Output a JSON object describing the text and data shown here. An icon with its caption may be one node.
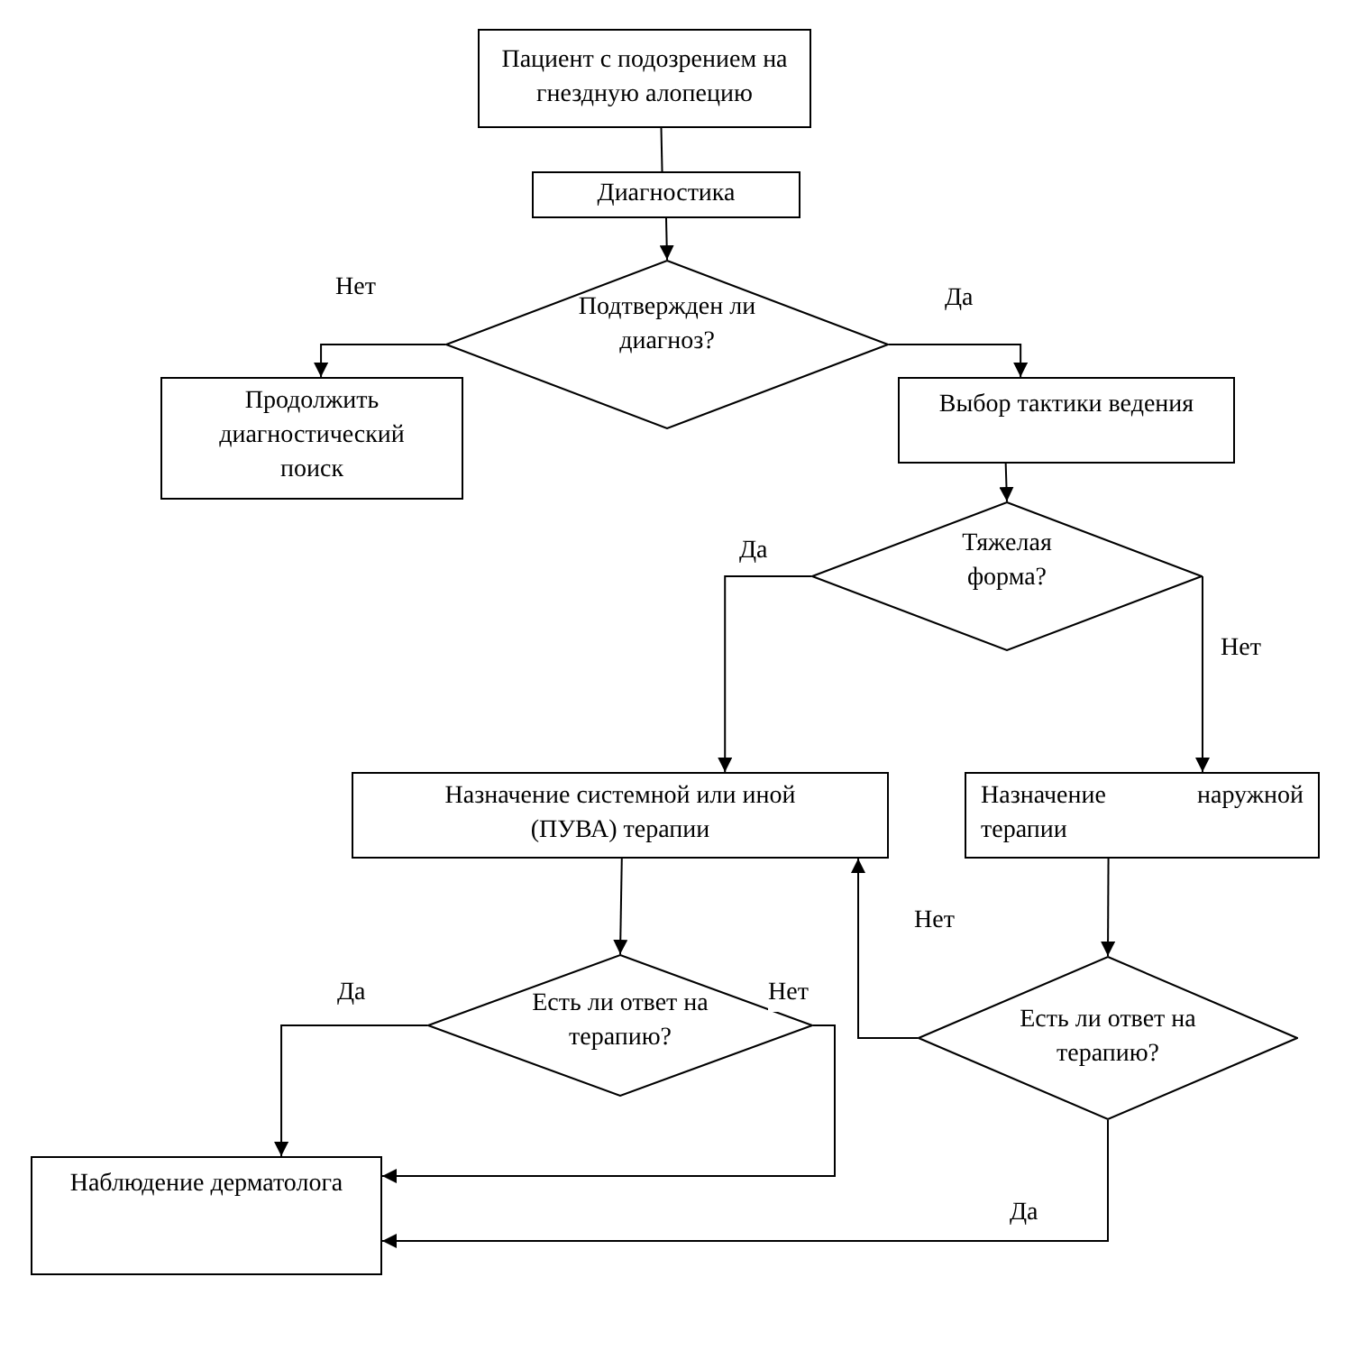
{
  "diagram": {
    "nodes": [
      {
        "text": [
          "Пациент с подозрением на гнездную алопецию"
        ]
      },
      {
        "text": [
          "Диагностика"
        ]
      },
      {
        "text": [
          "Подтвержден ли диагноз?"
        ]
      },
      {
        "text": [
          "Продолжить диагностический поиск"
        ]
      },
      {
        "text": [
          "Выбор тактики ведения"
        ]
      },
      {
        "text": [
          "Тяжелая форма?"
        ]
      },
      {
        "text": [
          "Назначение системной или иной (ПУВА) терапии"
        ]
      },
      {
        "text": [
          "Назначение наружной терапии"
        ]
      },
      {
        "text": [
          "Есть ли ответ на терапию?"
        ]
      },
      {
        "text": [
          "Есть ли ответ на терапию?"
        ]
      },
      {
        "text": [
          "Наблюдение дерматолога"
        ]
      }
    ],
    "edges": [
      {
        "from": 0,
        "to": 1,
        "arrow": "none"
      },
      {
        "from": 1,
        "to": 2,
        "arrow": "to"
      },
      {
        "from": 2,
        "to": 3,
        "arrow": "to",
        "label": "Нет"
      },
      {
        "from": 2,
        "to": 4,
        "arrow": "to",
        "label": "Да"
      },
      {
        "from": 4,
        "to": 5,
        "arrow": "to"
      },
      {
        "from": 5,
        "to": 6,
        "arrow": "to",
        "label": "Да"
      },
      {
        "from": 5,
        "to": 7,
        "arrow": "to",
        "label": "Нет"
      },
      {
        "from": 6,
        "to": 8,
        "arrow": "to"
      },
      {
        "from": 7,
        "to": 9,
        "arrow": "to"
      },
      {
        "from": 9,
        "to": 6,
        "arrow": "to",
        "label": "Нет"
      },
      {
        "from": 8,
        "to": 10,
        "arrow": "to",
        "label": "Да"
      },
      {
        "from": 8,
        "to": 10,
        "arrow": "to",
        "label": "Нет"
      },
      {
        "from": 9,
        "to": 10,
        "arrow": "to",
        "label": "Да"
      }
    ]
  }
}
